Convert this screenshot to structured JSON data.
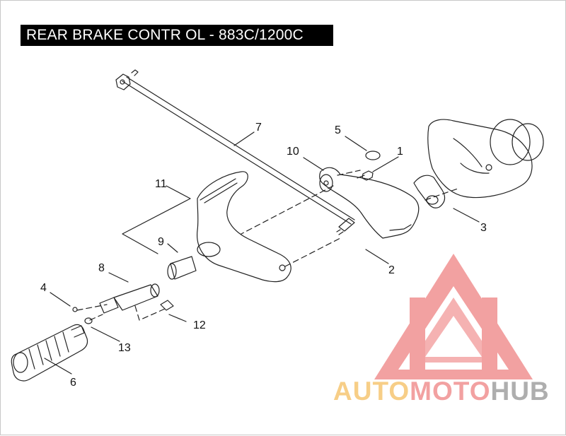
{
  "title": "REAR BRAKE CONTR OL - 883C/1200C",
  "callouts": {
    "c1": "1",
    "c2": "2",
    "c3": "3",
    "c4": "4",
    "c5": "5",
    "c6": "6",
    "c7": "7",
    "c8": "8",
    "c9": "9",
    "c10": "10",
    "c11": "11",
    "c12": "12",
    "c13": "13"
  },
  "watermark": {
    "part1": "AUTO",
    "part2": "MOTO",
    "part3": "HUB",
    "colors": {
      "light": "#f6c36a",
      "pink": "#f08a8a",
      "gray": "#9a9a9a"
    }
  }
}
